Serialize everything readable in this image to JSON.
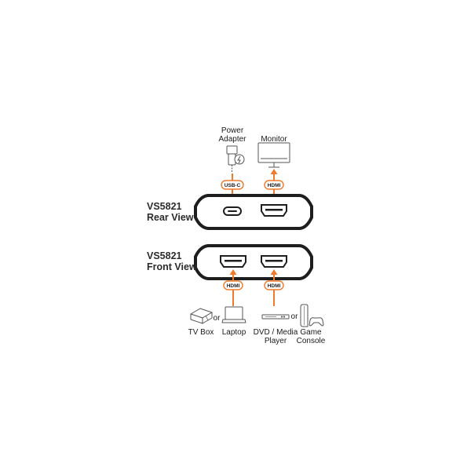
{
  "colors": {
    "accent": "#f07a2a",
    "device_outline": "#1e1e1e",
    "icon_stroke": "#555555"
  },
  "devices": {
    "rear": {
      "title": "VS5821",
      "subtitle": "Rear View"
    },
    "front": {
      "title": "VS5821",
      "subtitle": "Front View"
    }
  },
  "connections": {
    "power": {
      "label_line1": "Power",
      "label_line2": "Adapter",
      "port": "USB-C",
      "icon": "power-adapter-icon"
    },
    "monitor": {
      "label": "Monitor",
      "port": "HDMI",
      "icon": "monitor-icon"
    },
    "input1": {
      "port": "HDMI"
    },
    "input2": {
      "port": "HDMI"
    }
  },
  "sources": {
    "tv_box": {
      "label": "TV Box",
      "icon": "tv-box-icon"
    },
    "laptop": {
      "label": "Laptop",
      "icon": "laptop-icon"
    },
    "dvd": {
      "label_line1": "DVD / Media",
      "label_line2": "Player",
      "icon": "dvd-player-icon"
    },
    "console": {
      "label_line1": "Game",
      "label_line2": "Console",
      "icon": "game-console-icon"
    },
    "or_1": "or",
    "or_2": "or"
  }
}
